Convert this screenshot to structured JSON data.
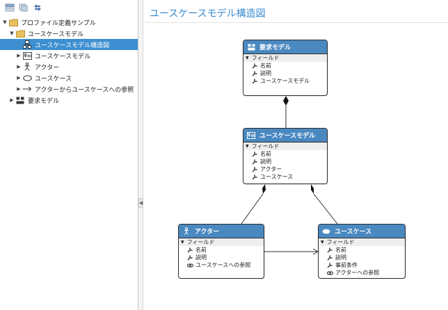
{
  "tree": {
    "items": [
      {
        "label": "プロファイル定義サンプル"
      },
      {
        "label": "ユースケースモデル"
      },
      {
        "label": "ユースケースモデル構造図"
      },
      {
        "label": "ユースケースモデル"
      },
      {
        "label": "アクター"
      },
      {
        "label": "ユースケース"
      },
      {
        "label": "アクターからユースケースへの参照"
      },
      {
        "label": "要求モデル"
      }
    ]
  },
  "diagram": {
    "title": "ユースケースモデル構造図",
    "section_label": "フィールド",
    "nodes": [
      {
        "title": "要求モデル",
        "props": [
          "名前",
          "説明",
          "ユースケースモデル"
        ]
      },
      {
        "title": "ユースケースモデル",
        "props": [
          "名前",
          "説明",
          "アクター",
          "ユースケース"
        ]
      },
      {
        "title": "アクター",
        "props": [
          "名前",
          "説明",
          "ユースケースへの参照"
        ]
      },
      {
        "title": "ユースケース",
        "props": [
          "名前",
          "説明",
          "事前条件",
          "アクターへの参照"
        ]
      }
    ]
  },
  "colors": {
    "accent": "#3a8ad0",
    "selection": "#3d8fd1",
    "node_header": "#4a88c0"
  }
}
